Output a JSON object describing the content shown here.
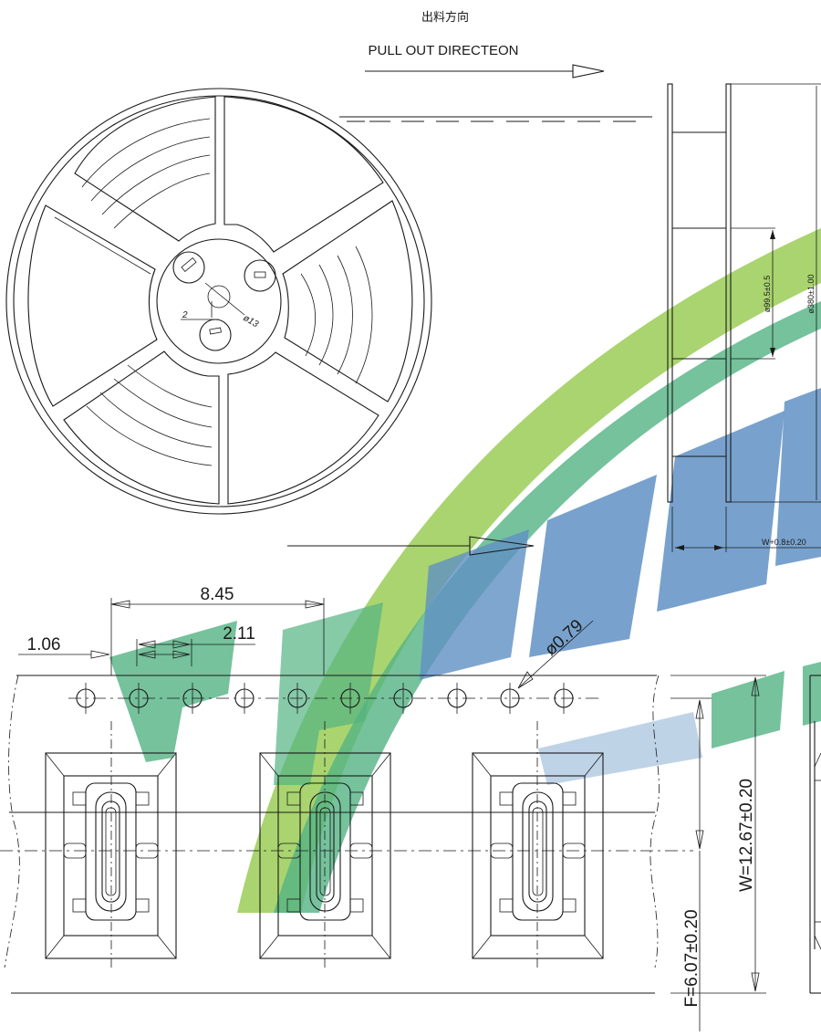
{
  "header": {
    "direction_cn": "出料方向",
    "direction_en": "PULL OUT DIRECTEON"
  },
  "reel": {
    "hub_hole_dim": "ø13",
    "key_dim": "2",
    "inner_diameter": "ø99.5±0.5",
    "outer_diameter": "ø380±1.00",
    "width_dim": "W+0.8±0.20"
  },
  "tape": {
    "pitch": "8.45",
    "hole_offset": "1.06",
    "hole_pitch": "2.11",
    "hole_diameter": "ø0.79",
    "tape_width": "W=12.67±0.20",
    "hole_to_center": "F=6.07±0.20"
  },
  "watermark": {
    "colors": [
      "#8cc63f",
      "#1a9a5a",
      "#2b6cb0"
    ]
  }
}
